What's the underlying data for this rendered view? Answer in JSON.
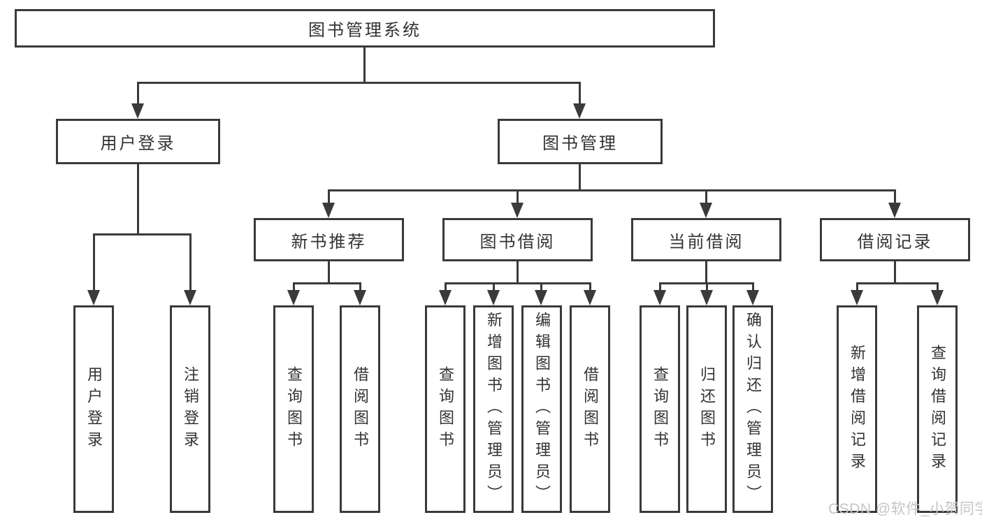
{
  "diagram_title": "图书管理系统",
  "tree": {
    "root": {
      "label": "图书管理系统"
    },
    "branches": [
      {
        "label": "用户登录",
        "children": [
          {
            "label": "用户登录"
          },
          {
            "label": "注销登录"
          }
        ]
      },
      {
        "label": "图书管理",
        "children": [
          {
            "label": "新书推荐",
            "children": [
              {
                "label": "查询图书"
              },
              {
                "label": "借阅图书"
              }
            ]
          },
          {
            "label": "图书借阅",
            "children": [
              {
                "label": "查询图书"
              },
              {
                "label": "新增图书（管理员）"
              },
              {
                "label": "编辑图书（管理员）"
              },
              {
                "label": "借阅图书"
              }
            ]
          },
          {
            "label": "当前借阅",
            "children": [
              {
                "label": "查询图书"
              },
              {
                "label": "归还图书"
              },
              {
                "label": "确认归还（管理员）"
              }
            ]
          },
          {
            "label": "借阅记录",
            "children": [
              {
                "label": "新增借阅记录"
              },
              {
                "label": "查询借阅记录"
              }
            ]
          }
        ]
      }
    ]
  },
  "watermark": {
    "text": "CSDN @软件_小贺同学",
    "color": "#c5c5c5"
  },
  "colors": {
    "line": "#3a3a3a",
    "text": "#333333",
    "background": "#ffffff"
  }
}
